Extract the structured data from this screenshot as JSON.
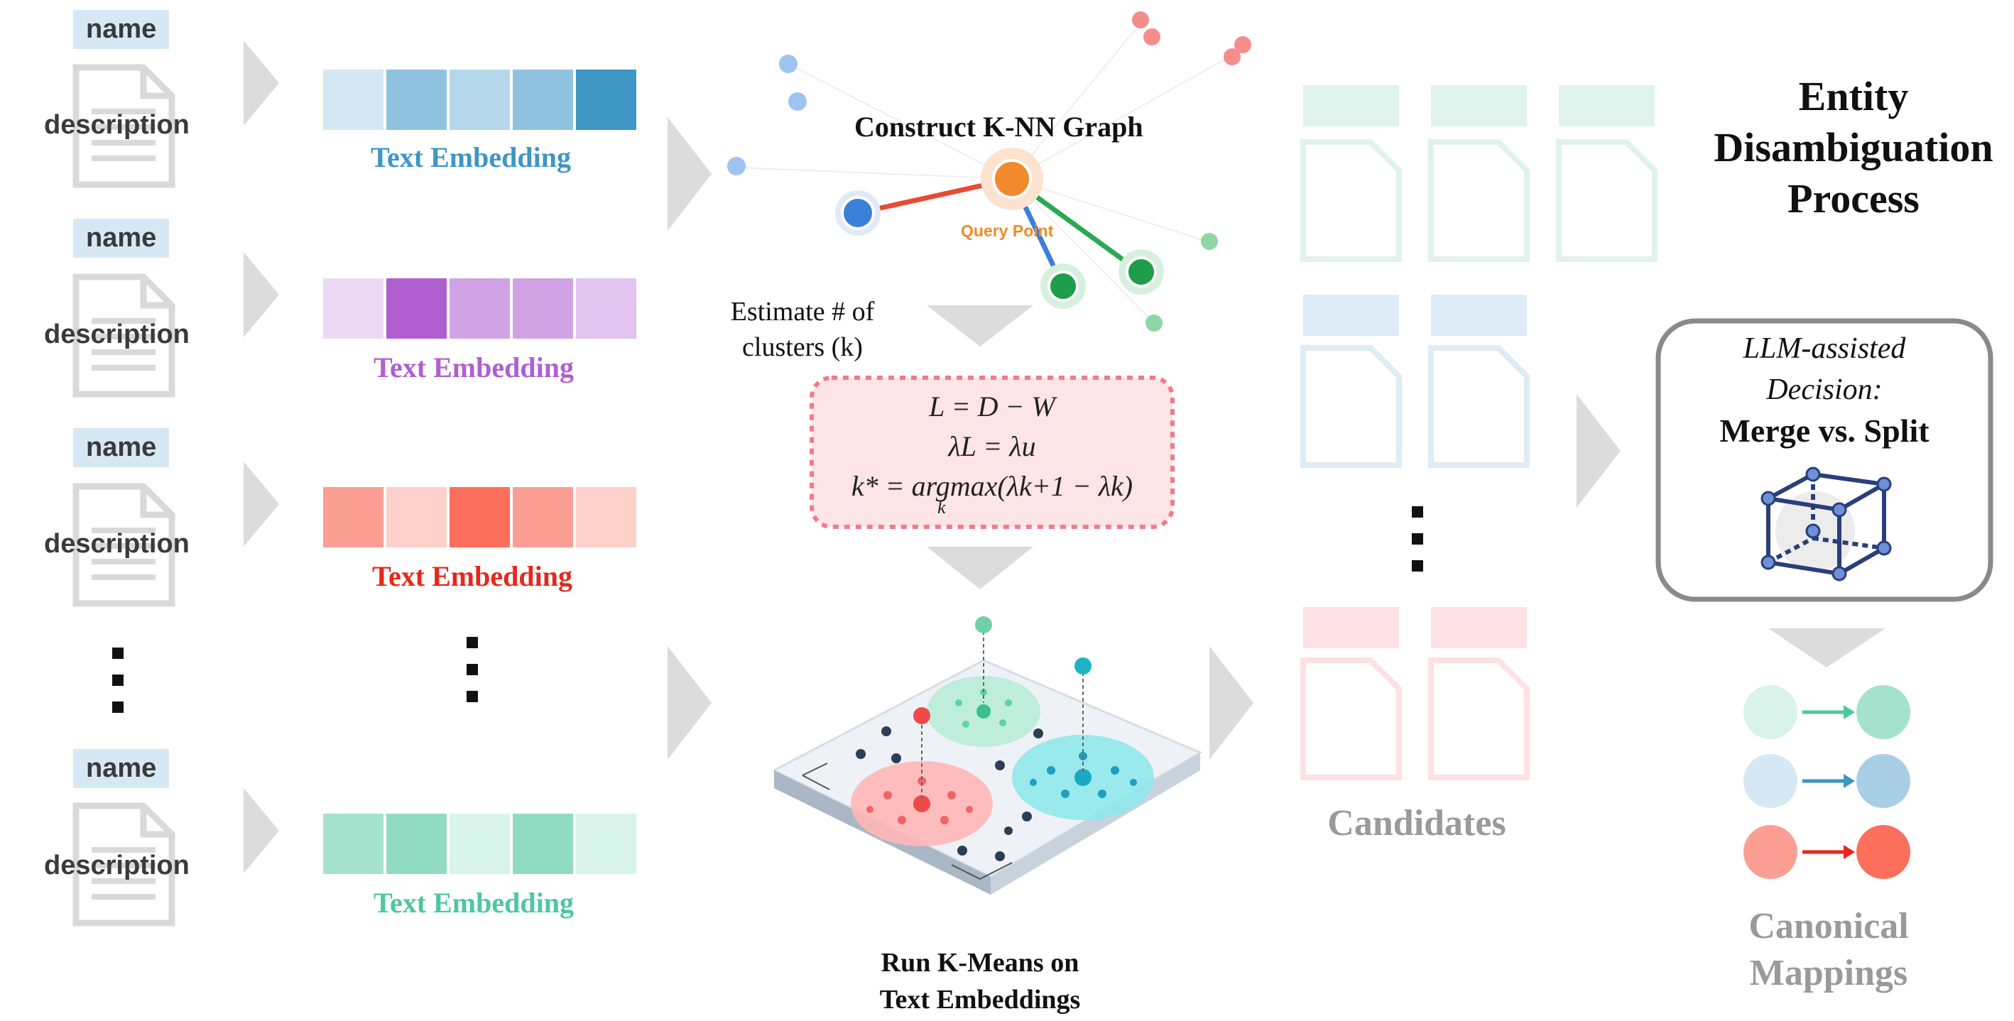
{
  "inputs": [
    {
      "name": "name",
      "description": "description",
      "embedding_label": "Text Embedding",
      "color": "#3d96c4",
      "cells": [
        "#d6e8f3",
        "#8fc2df",
        "#b5d7ea",
        "#8fc2df",
        "#3d96c4"
      ]
    },
    {
      "name": "name",
      "description": "description",
      "embedding_label": "Text Embedding",
      "color": "#b05fd0",
      "cells": [
        "#ecdaf5",
        "#b05fd0",
        "#d2a3e4",
        "#d2a3e4",
        "#e3c3ef"
      ]
    },
    {
      "name": "name",
      "description": "description",
      "embedding_label": "Text Embedding",
      "color": "#e8271a",
      "cells": [
        "#fb9f94",
        "#fdd0ca",
        "#fc6f5d",
        "#fb9f94",
        "#fdd0ca"
      ]
    },
    {
      "name": "name",
      "description": "description",
      "embedding_label": "Text Embedding",
      "color": "#4cc8a0",
      "cells": [
        "#a5e2cd",
        "#91dbc2",
        "#d8f3ea",
        "#91dbc2",
        "#d8f3ea"
      ]
    }
  ],
  "knn": {
    "title": "Construct K-NN Graph",
    "query_label": "Query Point"
  },
  "estimate": {
    "line1": "Estimate # of",
    "line2": "clusters (k)"
  },
  "formulas": {
    "f1": "L = D − W",
    "f2": "λL = λu",
    "f3": "k* = argmax(λk+1 − λk)",
    "f3_sub": "k"
  },
  "kmeans": {
    "line1": "Run K-Means on",
    "line2": "Text Embeddings"
  },
  "candidates": {
    "label": "Candidates"
  },
  "process": {
    "line1": "Entity",
    "line2": "Disambiguation",
    "line3": "Process"
  },
  "decision": {
    "line1": "LLM-assisted",
    "line2": "Decision:",
    "line3": "Merge vs. Split"
  },
  "mappings": {
    "line1": "Canonical",
    "line2": "Mappings"
  },
  "colors": {
    "blue": "#3d96c4",
    "purple": "#b05fd0",
    "red": "#e8271a",
    "green": "#4cc8a0",
    "arrow": "#dcdcdc"
  }
}
